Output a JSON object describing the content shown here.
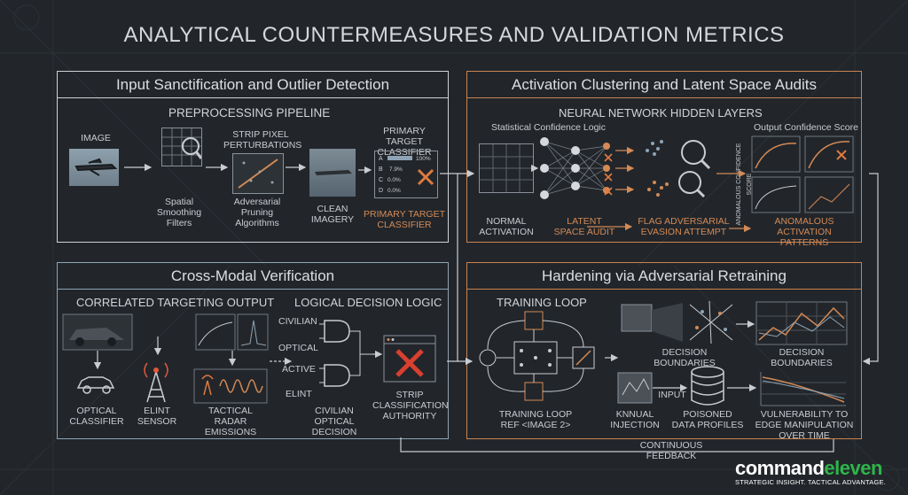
{
  "title": "ANALYTICAL COUNTERMEASURES AND VALIDATION METRICS",
  "panels": {
    "input": {
      "title": "Input Sanctification and Outlier Detection",
      "pipeline": "PREPROCESSING PIPELINE",
      "image": "IMAGE",
      "spatial": "Spatial Smoothing Filters",
      "strip_pixel": "STRIP PIXEL PERTURBATIONS",
      "adversarial_pruning": "Adversarial Pruning Algorithms",
      "clean_imagery": "CLEAN IMAGERY",
      "primary_target_top": "PRIMARY TARGET CLASSIFIER",
      "primary_target_bottom": "PRIMARY TARGET CLASSIFIER",
      "classifier_rows": [
        {
          "label": "A",
          "value": "100%"
        },
        {
          "label": "B",
          "value": "7.9%"
        },
        {
          "label": "C",
          "value": "0.0%"
        },
        {
          "label": "D",
          "value": "0.0%"
        }
      ]
    },
    "activation": {
      "title": "Activation Clustering and Latent Space Audits",
      "hidden_layers": "NEURAL NETWORK HIDDEN LAYERS",
      "stat_logic": "Statistical Confidence Logic",
      "output_conf": "Output Confidence Score",
      "normal_activation": "NORMAL ACTIVATION",
      "latent_audit": "LATENT SPACE AUDIT",
      "flag_adversarial": "FLAG ADVERSARIAL EVASION ATTEMPT",
      "anomalous": "ANOMALOUS ACTIVATION PATTERNS",
      "axis_label": "ANOMALOUS CONFIDENCE SCORE"
    },
    "cross": {
      "title": "Cross-Modal Verification",
      "correlated": "CORRELATED TARGETING OUTPUT",
      "logical": "LOGICAL DECISION LOGIC",
      "optical_classifier": "OPTICAL CLASSIFIER",
      "elint_sensor": "ELINT SENSOR",
      "tactical_radar": "TACTICAL RADAR EMISSIONS",
      "civilian": "CIVILIAN",
      "optical": "OPTICAL",
      "active": "ACTIVE",
      "elint": "ELINT",
      "civilian_optical_decision": "CIVILIAN OPTICAL DECISION",
      "strip_authority": "STRIP CLASSIFICATION AUTHORITY"
    },
    "hardening": {
      "title": "Hardening via Adversarial Retraining",
      "training_loop": "TRAINING LOOP",
      "decision_boundaries_1": "DECISION BOUNDARIES",
      "decision_boundaries_2": "DECISION BOUNDARIES",
      "training_loop_ref": "TRAINING LOOP REF <IMAGE 2>",
      "knnual_injection": "KNNUAL INJECTION",
      "input": "INPUT",
      "poisoned": "POISONED DATA PROFILES",
      "vulnerability": "VULNERABILITY TO EDGE MANIPULATION OVER TIME"
    }
  },
  "continuous_feedback": "CONTINUOUS FEEDBACK",
  "logo": {
    "word1": "command",
    "word2": "eleven",
    "tagline": "STRATEGIC INSIGHT. TACTICAL ADVANTAGE."
  },
  "colors": {
    "accent": "#d48a55",
    "line": "#cfd2d6",
    "blue_border": "#8ea3b4",
    "background": "#22262b",
    "logo_green": "#2fb54a"
  }
}
